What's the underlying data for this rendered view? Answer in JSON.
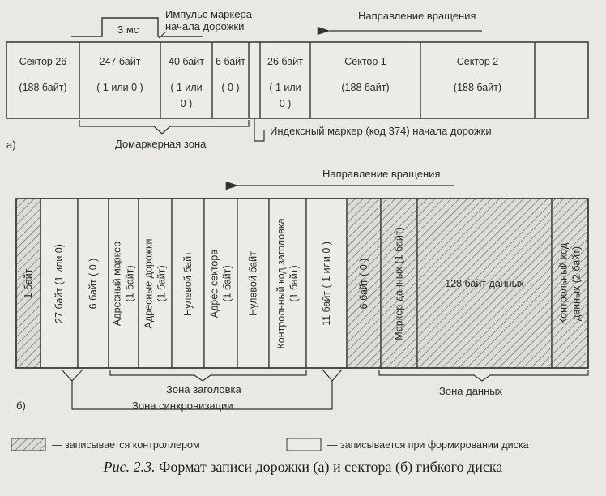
{
  "track": {
    "pulse_label_line1": "Импульс маркера",
    "pulse_label_line2": "начала дорожки",
    "pulse_width": "3 мс",
    "rotation": "Направление вращения",
    "cells": [
      {
        "line1": "Сектор 26",
        "line2": "(188 байт)",
        "line3": ""
      },
      {
        "line1": "247 байт",
        "line2": "( 1 или 0 )",
        "line3": ""
      },
      {
        "line1": "40 байт",
        "line2": "( 1 или",
        "line3": "0 )"
      },
      {
        "line1": "6 байт",
        "line2": "( 0 )",
        "line3": ""
      },
      {
        "line1": "",
        "line2": "",
        "line3": ""
      },
      {
        "line1": "26 байт",
        "line2": "( 1 или",
        "line3": "0 )"
      },
      {
        "line1": "Сектор 1",
        "line2": "(188 байт)",
        "line3": ""
      },
      {
        "line1": "Сектор  2",
        "line2": "(188 байт)",
        "line3": ""
      },
      {
        "line1": "",
        "line2": "",
        "line3": ""
      }
    ],
    "index_marker": "Индексный маркер (код 374) начала дорожки",
    "pre_marker_zone": "Домаркерная зона",
    "part_label": "а)"
  },
  "sector": {
    "rotation": "Направление вращения",
    "cells": [
      {
        "lines": [
          "1 байт"
        ],
        "hatched": true
      },
      {
        "lines": [
          "27 байт (1 или 0)"
        ],
        "hatched": false
      },
      {
        "lines": [
          "6 байт ( 0 )"
        ],
        "hatched": false
      },
      {
        "lines": [
          "Адресный маркер",
          "(1 байт)"
        ],
        "hatched": false
      },
      {
        "lines": [
          "Адресные дорожки",
          "(1 байт)"
        ],
        "hatched": false
      },
      {
        "lines": [
          "Нулевой байт"
        ],
        "hatched": false
      },
      {
        "lines": [
          "Адрес сектора",
          "(1 байт)"
        ],
        "hatched": false
      },
      {
        "lines": [
          "Нулевой байт"
        ],
        "hatched": false
      },
      {
        "lines": [
          "Контрольный код  заголовка",
          "(1 байт)"
        ],
        "hatched": false
      },
      {
        "lines": [
          "11 байт ( 1 или 0 )"
        ],
        "hatched": false
      },
      {
        "lines": [
          "6 байт ( 0 )"
        ],
        "hatched": true
      },
      {
        "lines": [
          "Маркер данных (1 байт)"
        ],
        "hatched": true
      },
      {
        "lines": [
          "128 байт данных"
        ],
        "hatched": true
      },
      {
        "lines": [
          "Контрольный код",
          "данных (2 байт)"
        ],
        "hatched": true
      }
    ],
    "header_zone": "Зона заголовка",
    "sync_zone": "Зона синхронизации",
    "data_zone": "Зона данных",
    "part_label": "б)"
  },
  "legend": {
    "controller": "— записывается контроллером",
    "formatting": "— записывается при формировании диска"
  },
  "caption": {
    "label": "Рис. 2.3.",
    "text": " Формат записи дорожки (а) и сектора (б) гибкого диска"
  }
}
